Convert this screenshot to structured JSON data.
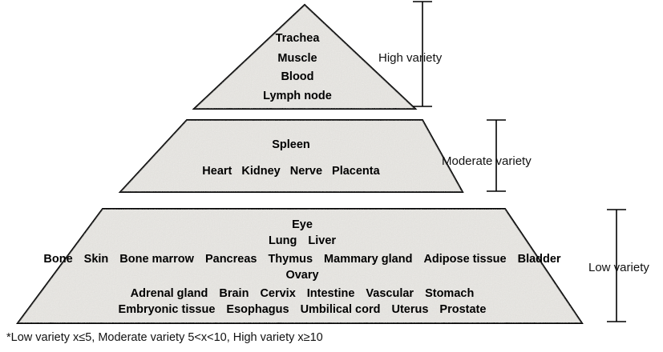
{
  "tiers": [
    {
      "label": "High variety",
      "lines": [
        [
          "Trachea"
        ],
        [
          "Muscle"
        ],
        [
          "Blood"
        ],
        [
          "Lymph node"
        ]
      ]
    },
    {
      "label": "Moderate variety",
      "lines": [
        [
          "Spleen"
        ],
        [
          "Heart",
          "Kidney",
          "Nerve",
          "Placenta"
        ]
      ]
    },
    {
      "label": "Low  variety",
      "lines": [
        [
          "Eye"
        ],
        [
          "Lung",
          "Liver"
        ],
        [
          "Bone",
          "Skin",
          "Bone marrow",
          "Pancreas",
          "Thymus",
          "Mammary gland",
          "Adipose tissue",
          "Bladder"
        ],
        [
          "Ovary"
        ],
        [
          "Adrenal gland",
          "Brain",
          "Cervix",
          "Intestine",
          "Vascular",
          "Stomach"
        ],
        [
          "Embryonic tissue",
          "Esophagus",
          "Umbilical cord",
          "Uterus",
          "Prostate"
        ]
      ]
    }
  ],
  "footnote": "*Low variety x≤5, Moderate variety 5<x<10,  High variety x≥10",
  "colors": {
    "fill": "#e4e2de",
    "stroke": "#000000",
    "text": "#000000"
  }
}
